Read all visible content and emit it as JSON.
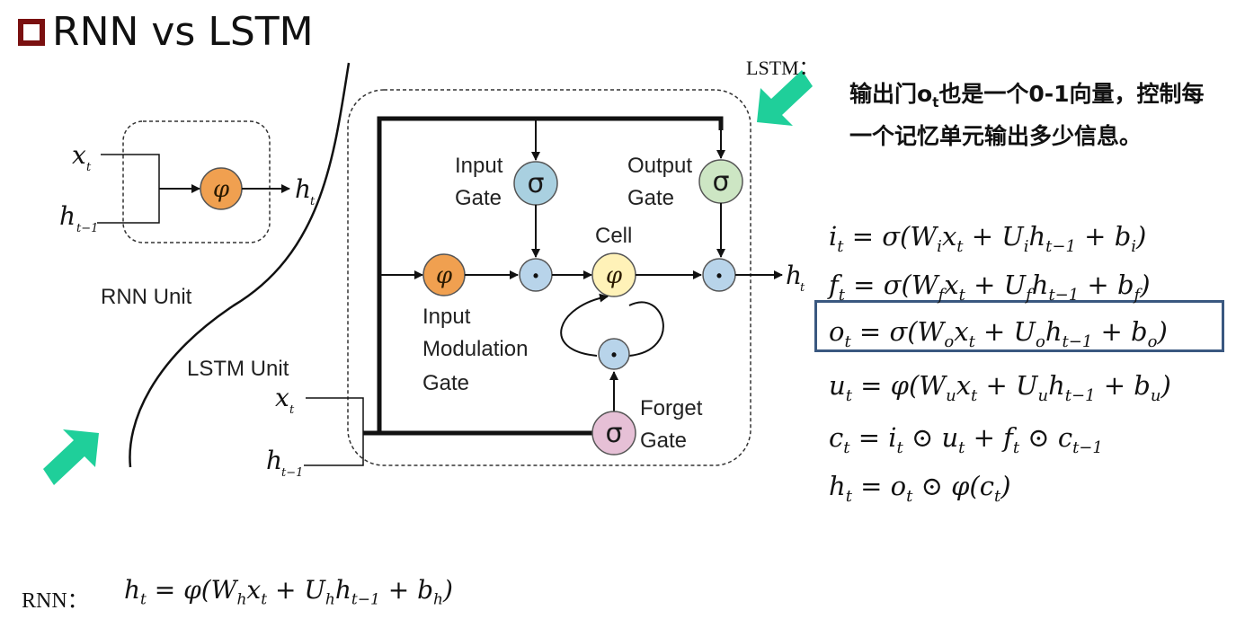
{
  "title": "RNN vs LSTM",
  "rnn_unit_label": "RNN Unit",
  "lstm_unit_label": "LSTM Unit",
  "gates": {
    "input": [
      "Input",
      "Gate"
    ],
    "output": [
      "Output",
      "Gate"
    ],
    "cell": "Cell",
    "input_modulation": [
      "Input",
      "Modulation",
      "Gate"
    ],
    "forget": [
      "Forget",
      "Gate"
    ]
  },
  "symbols": {
    "phi": "φ",
    "sigma": "σ",
    "dot": "•"
  },
  "lstm_note": {
    "label": "LSTM：",
    "text_before": "输出门o",
    "text_sub": "t",
    "text_after": "也是一个0-1向量，控制每一个记忆单元输出多少信息。"
  },
  "equations": [
    {
      "id": "i",
      "html": "i<sub>t</sub> = σ(W<sub>i</sub>x<sub>t</sub> + U<sub>i</sub>h<sub>t−1</sub> + b<sub>i</sub>)"
    },
    {
      "id": "f",
      "html": "f<sub>t</sub> = σ(W<sub>f</sub>x<sub>t</sub> + U<sub>f</sub>h<sub>t−1</sub> + b<sub>f</sub>)"
    },
    {
      "id": "o",
      "html": "o<sub>t</sub> = σ(W<sub>o</sub>x<sub>t</sub> + U<sub>o</sub>h<sub>t−1</sub> + b<sub>o</sub>)"
    },
    {
      "id": "u",
      "html": "u<sub>t</sub> = φ(W<sub>u</sub>x<sub>t</sub> + U<sub>u</sub>h<sub>t−1</sub> + b<sub>u</sub>)"
    },
    {
      "id": "c",
      "html": "c<sub>t</sub> = i<sub>t</sub> ⊙ u<sub>t</sub> + f<sub>t</sub> ⊙ c<sub>t−1</sub>"
    },
    {
      "id": "h",
      "html": "h<sub>t</sub> = o<sub>t</sub> ⊙ φ(c<sub>t</sub>)"
    }
  ],
  "rnn_equation": {
    "label": "RNN：",
    "html": "h<sub>t</sub> = φ(W<sub>h</sub>x<sub>t</sub> + U<sub>h</sub>h<sub>t−1</sub> + b<sub>h</sub>)"
  },
  "colors": {
    "phi_fill": "#f0a050",
    "sigma_input_fill": "#a9d0e0",
    "sigma_output_fill": "#cde6c4",
    "sigma_forget_fill": "#e6c0d6",
    "cell_fill": "#fff2b8",
    "mult_fill": "#b8d4ea",
    "arrow_teal": "#1fcf9a",
    "title_box": "#7a1010",
    "highlight_box": "#3a5880"
  }
}
